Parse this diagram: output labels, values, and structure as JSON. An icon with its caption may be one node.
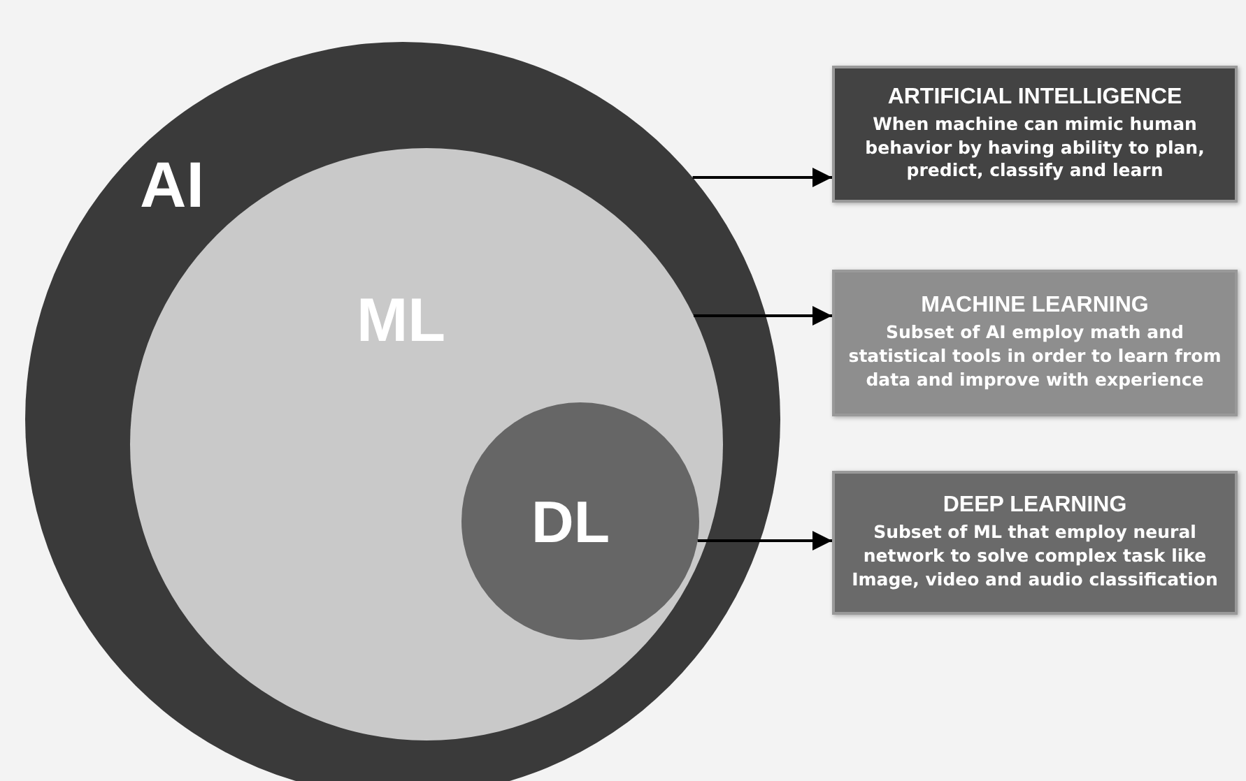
{
  "diagram": {
    "nodes": [
      {
        "text": [
          "AI"
        ]
      },
      {
        "text": [
          "ML"
        ],
        "in": 0
      },
      {
        "text": [
          "DL"
        ],
        "in": 1
      },
      {
        "text": [
          "ARTIFICIAL INTELLIGENCE",
          "When machine can mimic human behavior by having ability to plan, predict, classify and learn"
        ]
      },
      {
        "text": [
          "MACHINE LEARNING",
          "Subset of AI employ math and statistical tools in order to learn from data and improve with experience"
        ]
      },
      {
        "text": [
          "DEEP LEARNING",
          "Subset of ML that employ neural network to solve complex task like Image, video and audio classification"
        ]
      }
    ],
    "edges": [
      {
        "from": 0,
        "to": 3,
        "arrow": "to"
      },
      {
        "from": 1,
        "to": 4,
        "arrow": "to"
      },
      {
        "from": 2,
        "to": 5,
        "arrow": "to"
      }
    ]
  }
}
